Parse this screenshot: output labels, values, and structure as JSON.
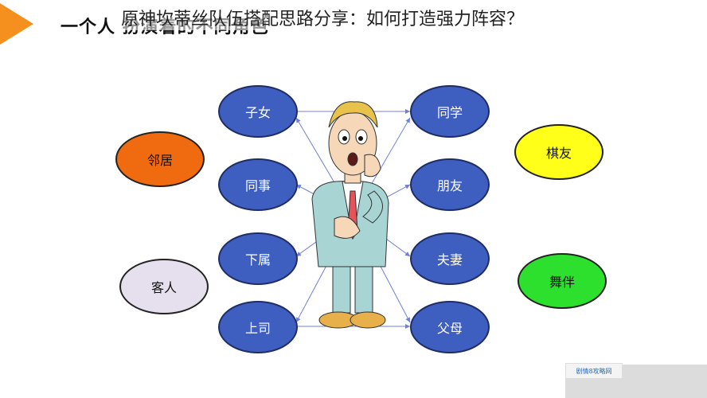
{
  "header": {
    "slide_title": "一个人 扮演着的不同角色",
    "overlay_title": "原神坎蒂丝队伍搭配思路分享：如何打造强力阵容？"
  },
  "nodes": {
    "left_blue": [
      "子女",
      "同事",
      "下属",
      "上司"
    ],
    "right_blue": [
      "同学",
      "朋友",
      "夫妻",
      "父母"
    ],
    "outer_left": [
      "邻居",
      "客人"
    ],
    "outer_right": [
      "棋友",
      "舞伴"
    ]
  },
  "colors": {
    "accent": "#f5901e",
    "blue_node": "#3f5fc0",
    "neighbor": "#f06a10",
    "guest": "#e6e0ee",
    "chess_friend": "#ffff1a",
    "dance_partner": "#2ee02e",
    "arrow": "#6f7fd8"
  },
  "watermark": "剧情8攻略网",
  "figure_icon": "confused-man-icon"
}
